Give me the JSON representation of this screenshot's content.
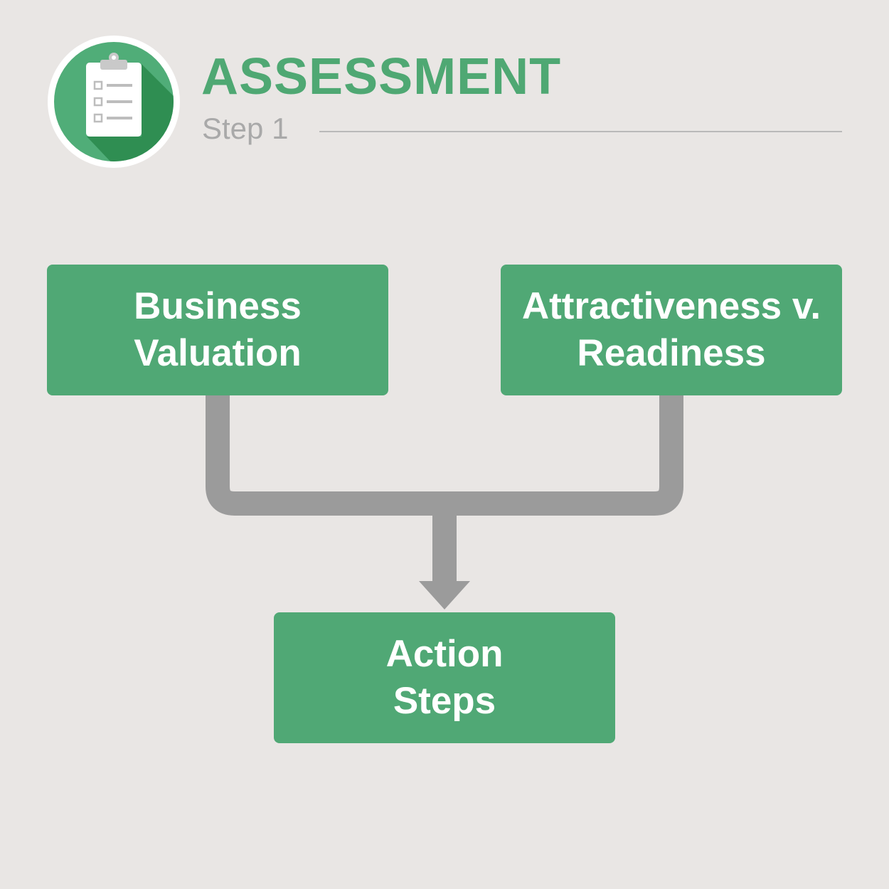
{
  "header": {
    "icon": "clipboard-checklist-icon",
    "title": "ASSESSMENT",
    "subtitle": "Step 1"
  },
  "diagram": {
    "nodes": [
      {
        "id": "business",
        "lines": [
          "Business",
          "Valuation"
        ]
      },
      {
        "id": "attractiveness",
        "lines": [
          "Attractiveness v.",
          "Readiness"
        ]
      },
      {
        "id": "action",
        "lines": [
          "Action",
          "Steps"
        ]
      }
    ],
    "edges": [
      {
        "from": "business",
        "to": "action"
      },
      {
        "from": "attractiveness",
        "to": "action"
      }
    ]
  },
  "colors": {
    "background": "#e9e6e4",
    "accent": "#4fa873",
    "box": "#50a875",
    "connector": "#9b9b9b",
    "subtitle": "#a9a9a9"
  }
}
